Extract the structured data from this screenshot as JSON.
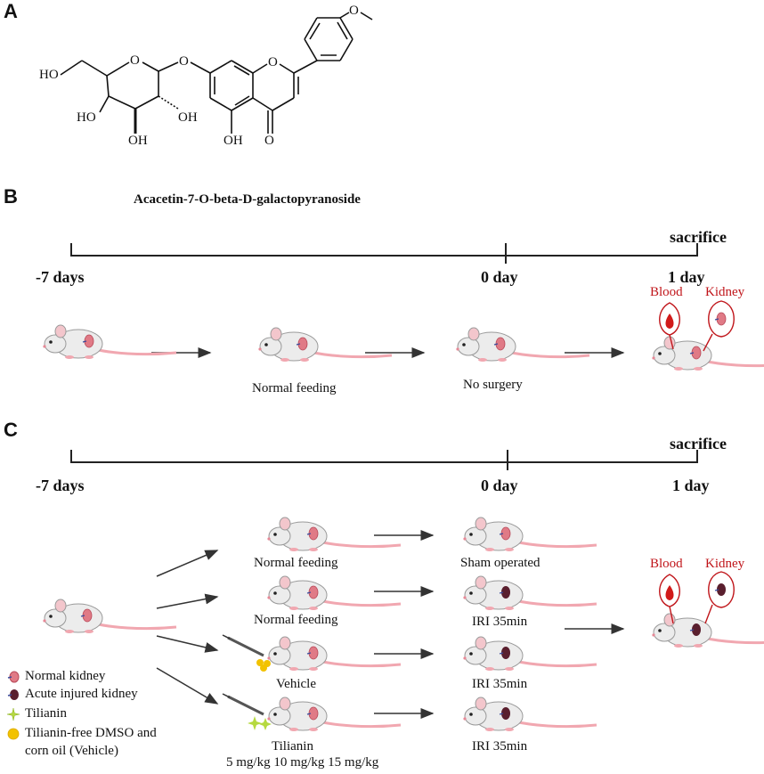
{
  "panelA": {
    "letter": "A",
    "compound_name": "Acacetin-7-O-beta-D-galactopyranoside",
    "atoms": {
      "ho1": "HO",
      "o_ring": "O",
      "o_link": "O",
      "ho2": "HO",
      "oh3": "OH",
      "oh4": "OH",
      "o_flav": "O",
      "o_meth": "O",
      "oh5": "OH",
      "o_keto": "O"
    }
  },
  "panelB": {
    "letter": "B",
    "timeline": {
      "start": "-7 days",
      "mid": "0 day",
      "end": "1 day",
      "end_top": "sacrifice"
    },
    "labels": {
      "feeding": "Normal feeding",
      "surgery": "No surgery",
      "blood": "Blood",
      "kidney": "Kidney"
    }
  },
  "panelC": {
    "letter": "C",
    "timeline": {
      "start": "-7 days",
      "mid": "0 day",
      "end": "1 day",
      "end_top": "sacrifice"
    },
    "groups": [
      {
        "feed": "Normal feeding",
        "outcome": "Sham operated"
      },
      {
        "feed": "Normal feeding",
        "outcome": "IRI 35min"
      },
      {
        "feed": "Vehicle",
        "outcome": "IRI 35min"
      },
      {
        "feed": "Tilianin",
        "outcome": "IRI 35min"
      }
    ],
    "doses": "5 mg/kg 10 mg/kg 15 mg/kg",
    "labels": {
      "blood": "Blood",
      "kidney": "Kidney"
    },
    "legend": [
      {
        "icon": "normal-kidney-icon",
        "text": "Normal  kidney"
      },
      {
        "icon": "injured-kidney-icon",
        "text": "Acute injured kidney"
      },
      {
        "icon": "tilianin-star-icon",
        "text": "Tilianin"
      },
      {
        "icon": "vehicle-dot-icon",
        "text": "Tilianin-free DMSO and"
      },
      {
        "icon": "",
        "text": "corn oil (Vehicle)"
      }
    ]
  },
  "colors": {
    "red_label": "#c0151a",
    "normal_kidney": "#e07a86",
    "injured_kidney": "#5a1f2e",
    "tilianin": "#b6d940",
    "vehicle": "#f2c200",
    "mouse_body": "#ececec",
    "mouse_tail": "#f1a7b0"
  }
}
